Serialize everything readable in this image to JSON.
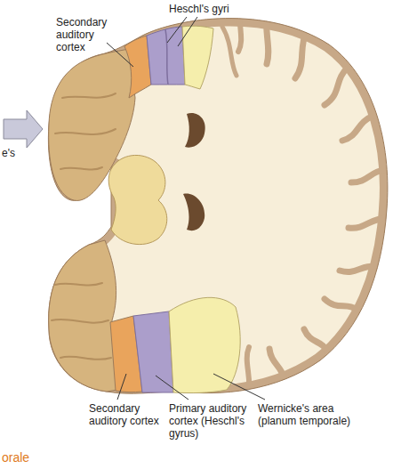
{
  "diagram": {
    "labels": [
      "Heschl's gyri",
      "Secondary auditory cortex",
      "e's",
      "Secondary auditory cortex",
      "Primary auditory cortex (Heschl's gyrus)",
      "Wernicke's area (planum temporale)",
      "orale"
    ]
  }
}
